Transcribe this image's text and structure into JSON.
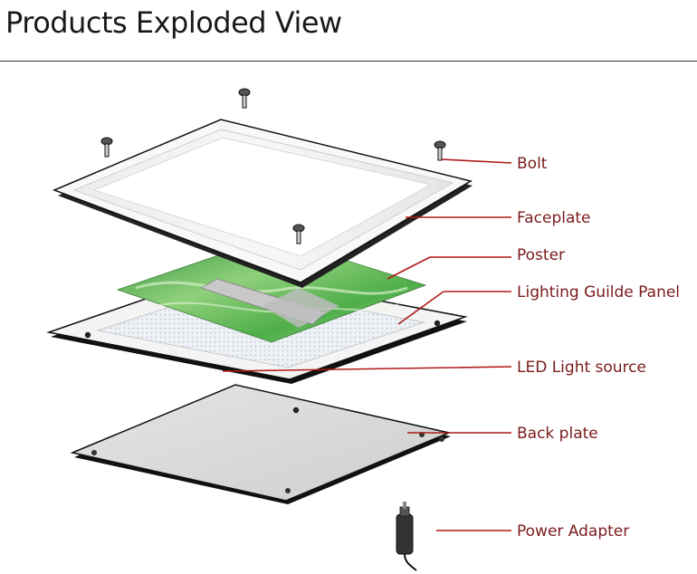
{
  "title": "Products Exploded View",
  "callouts": [
    {
      "id": "bolt",
      "label": "Bolt"
    },
    {
      "id": "faceplate",
      "label": "Faceplate"
    },
    {
      "id": "poster",
      "label": "Poster"
    },
    {
      "id": "lgp",
      "label": "Lighting Guilde Panel"
    },
    {
      "id": "led",
      "label": "LED Light source"
    },
    {
      "id": "backplate",
      "label": "Back plate"
    },
    {
      "id": "adapter",
      "label": "Power Adapter"
    }
  ],
  "colors": {
    "leader_line": "#b01818",
    "label_text": "#7a1a1a",
    "panel_outline": "#1a1a1a",
    "poster_green": "#5cb85c"
  }
}
